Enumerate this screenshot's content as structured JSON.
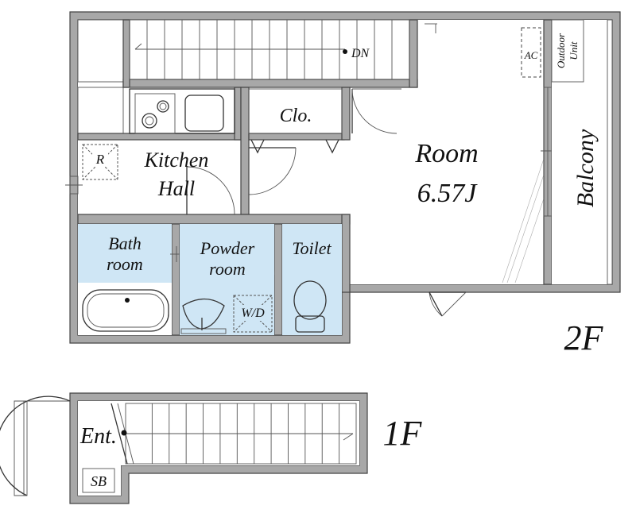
{
  "floors": {
    "second": "2F",
    "first": "1F"
  },
  "rooms": {
    "room": "Room",
    "room_size": "6.57J",
    "closet": "Clo.",
    "kitchen": "Kitchen",
    "hall": "Hall",
    "bath_line1": "Bath",
    "bath_line2": "room",
    "powder_line1": "Powder",
    "powder_line2": "room",
    "toilet": "Toilet",
    "balcony": "Balcony",
    "entrance": "Ent.",
    "shoe_box": "SB"
  },
  "fixtures": {
    "down": "DN",
    "ac": "AC",
    "outdoor_unit_line1": "Outdoor",
    "outdoor_unit_line2": "Unit",
    "refrigerator": "R",
    "washer_dryer": "W/D"
  },
  "colors": {
    "wall": "#a8a8a8",
    "wet_area": "#cfe6f5",
    "storage": "#f5e2c8"
  }
}
